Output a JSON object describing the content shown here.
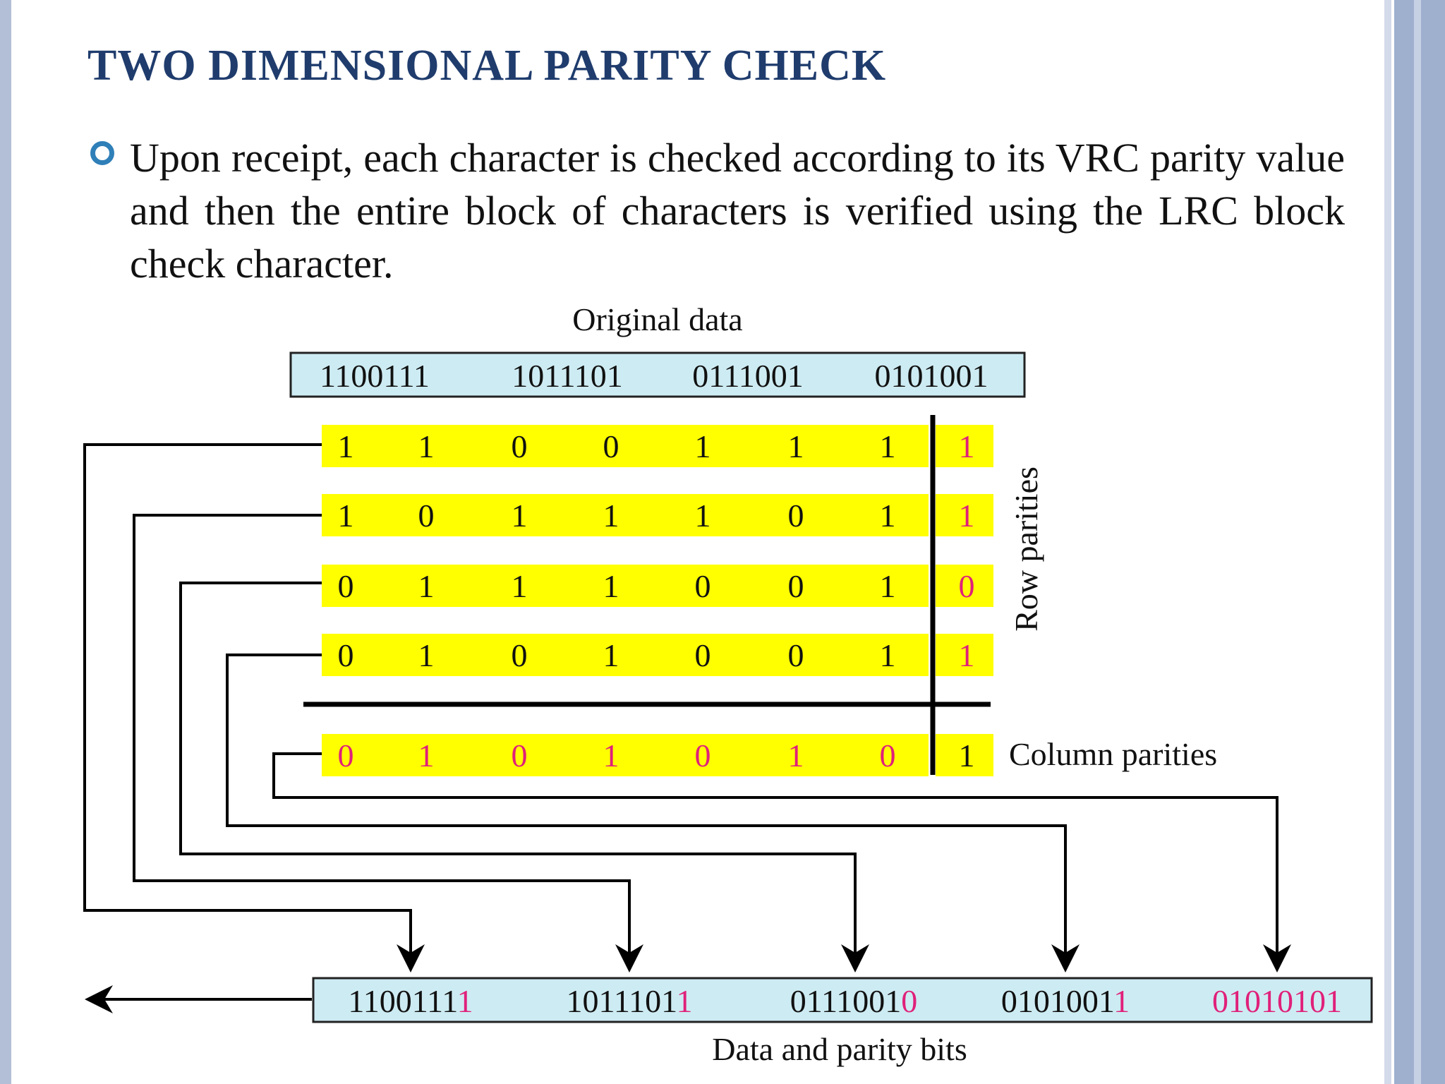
{
  "slide": {
    "title": "TWO DIMENSIONAL PARITY CHECK",
    "bullet": "Upon receipt, each character is checked according to its VRC parity value and then the entire block of characters is verified using the LRC block check character."
  },
  "diagram": {
    "original_label": "Original data",
    "original_words": [
      "1100111",
      "1011101",
      "0111001",
      "0101001"
    ],
    "rows": [
      {
        "bits": [
          "1",
          "1",
          "0",
          "0",
          "1",
          "1",
          "1"
        ],
        "parity": "1"
      },
      {
        "bits": [
          "1",
          "0",
          "1",
          "1",
          "1",
          "0",
          "1"
        ],
        "parity": "1"
      },
      {
        "bits": [
          "0",
          "1",
          "1",
          "1",
          "0",
          "0",
          "1"
        ],
        "parity": "0"
      },
      {
        "bits": [
          "0",
          "1",
          "0",
          "1",
          "0",
          "0",
          "1"
        ],
        "parity": "1"
      }
    ],
    "column_parities": {
      "bits": [
        "0",
        "1",
        "0",
        "1",
        "0",
        "1",
        "0"
      ],
      "parity": "1"
    },
    "row_parities_label": "Row parities",
    "column_parities_label": "Column parities",
    "output_label": "Data and parity bits",
    "output_words": [
      {
        "data": "1100111",
        "parity": "1"
      },
      {
        "data": "1011101",
        "parity": "1"
      },
      {
        "data": "0111001",
        "parity": "0"
      },
      {
        "data": "0101001",
        "parity": "1"
      },
      {
        "data": "",
        "parity": "01010101"
      }
    ]
  },
  "colors": {
    "title": "#1f3c6d",
    "bullet_marker": "#2f7fb8",
    "highlight": "#ffff00",
    "box_fill": "#cdebf2",
    "parity_text": "#e0207a"
  }
}
